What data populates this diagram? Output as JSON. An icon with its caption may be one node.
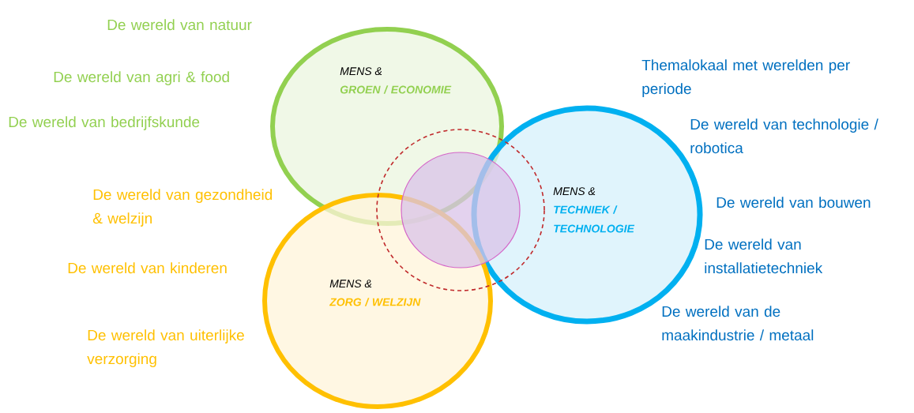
{
  "diagram": {
    "nodes": [
      {
        "text": [
          "MENS &",
          "GROEN / ECONOMIE"
        ]
      },
      {
        "text": [
          "MENS &",
          "TECHNIEK / TECHNOLOGIE"
        ]
      },
      {
        "text": [
          "MENS &",
          "ZORG / WELZIJN"
        ]
      },
      {
        "text": [],
        "shape": "circle"
      },
      {
        "text": [],
        "shape": "circle",
        "in": 3
      }
    ],
    "labels": [
      "De wereld van natuur",
      "Themalokaal met werelden per periode",
      "De wereld van agri & food",
      "De wereld van bedrijfskunde",
      "De wereld van technologie / robotica",
      "De wereld van gezondheid & welzijn",
      "De wereld van bouwen",
      "De wereld van installatietechniek",
      "De wereld van kinderen",
      "De wereld van de maakindustrie / metaal",
      "De wereld van uiterlijke verzorging"
    ]
  }
}
